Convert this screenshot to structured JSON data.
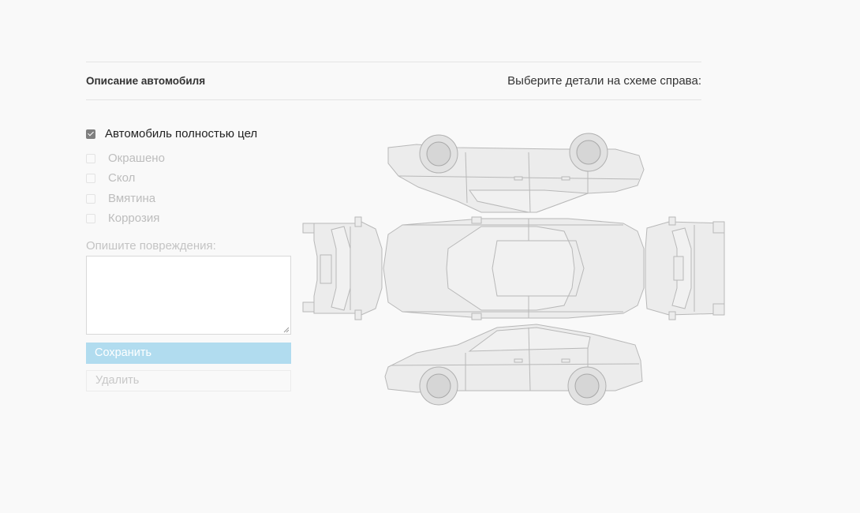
{
  "section": {
    "title": "Описание автомобиля",
    "hint": "Выберите детали на схеме справа:"
  },
  "options": {
    "intact": {
      "label": "Автомобиль полностью цел",
      "checked": true
    },
    "damage_types": [
      {
        "label": "Окрашено",
        "checked": false
      },
      {
        "label": "Скол",
        "checked": false
      },
      {
        "label": "Вмятина",
        "checked": false
      },
      {
        "label": "Коррозия",
        "checked": false
      }
    ]
  },
  "damage": {
    "label": "Опишите повреждения:",
    "value": ""
  },
  "buttons": {
    "save": "Сохранить",
    "delete": "Удалить"
  },
  "colors": {
    "save_bg": "#b1dcef",
    "checkbox_checked": "#7f7f7f"
  }
}
